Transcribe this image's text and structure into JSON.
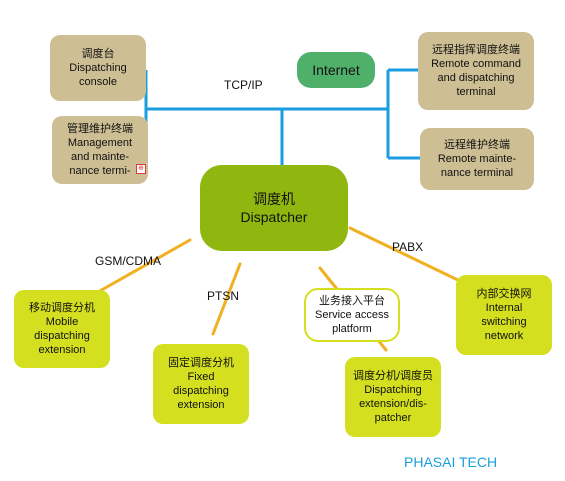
{
  "nodes": {
    "dispatching_console": {
      "zh": "调度台",
      "en": "Dispatching\nconsole"
    },
    "management_terminal": {
      "zh": "管理维护终端",
      "en": "Management\nand mainte-\nnance termi-"
    },
    "internet": {
      "label": "Internet"
    },
    "remote_command": {
      "zh": "远程指挥调度终端",
      "en": "Remote command\nand dispatching\nterminal"
    },
    "remote_maintenance": {
      "zh": "远程维护终端",
      "en": "Remote mainte-\nnance terminal"
    },
    "dispatcher": {
      "zh": "调度机",
      "en": "Dispatcher"
    },
    "mobile_extension": {
      "zh": "移动调度分机",
      "en": "Mobile\ndispatching\nextension"
    },
    "fixed_extension": {
      "zh": "固定调度分机",
      "en": "Fixed\ndispatching\nextension"
    },
    "service_access": {
      "zh": "业务接入平台",
      "en": "Service access\nplatform"
    },
    "dispatching_extension": {
      "zh": "调度分机/调度员",
      "en": "Dispatching\nextension/dis-\npatcher"
    },
    "internal_network": {
      "zh": "内部交换网",
      "en": "Internal\nswitching\nnetwork"
    }
  },
  "labels": {
    "tcpip": "TCP/IP",
    "gsm": "GSM/CDMA",
    "ptsn": "PTSN",
    "pabx": "PABX"
  },
  "brand": "PHASAI TECH",
  "colors": {
    "bus_line": "#1a9ee0",
    "link_line": "#f0b020",
    "tan": "#cdbe94",
    "lime": "#d3df1f",
    "dispatcher": "#8fb70f",
    "internet": "#4fb06a"
  }
}
